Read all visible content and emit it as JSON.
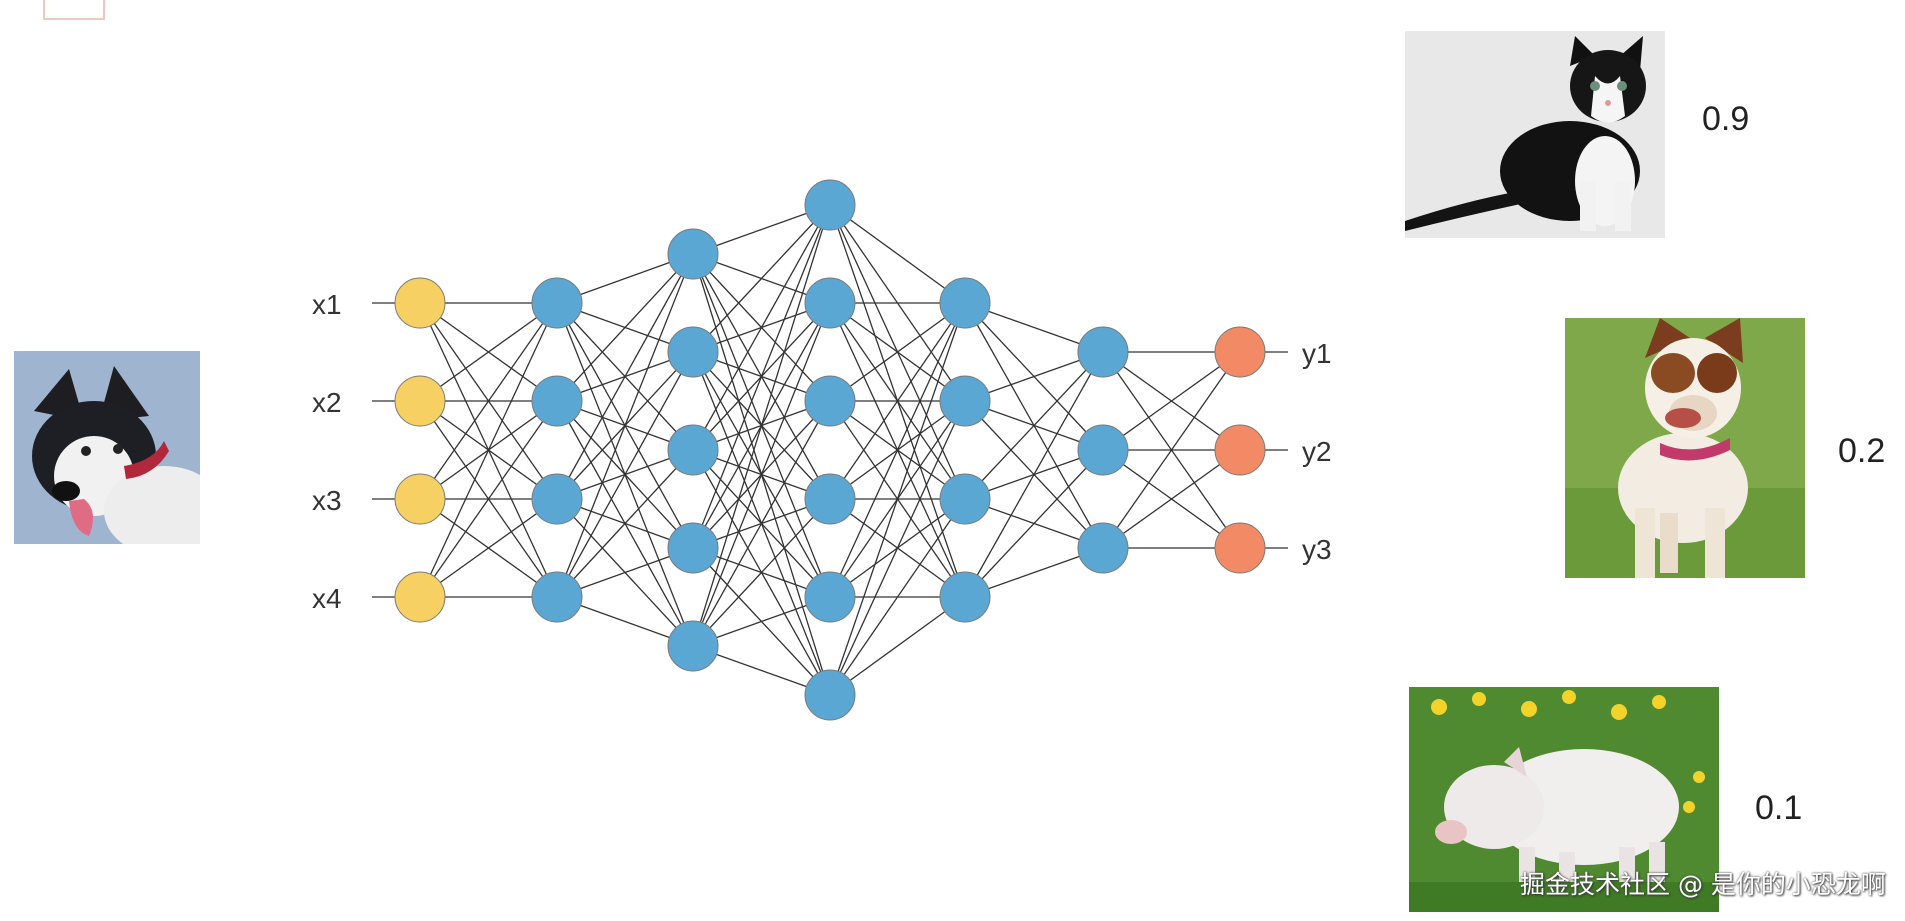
{
  "diagram": {
    "input_labels": [
      "x1",
      "x2",
      "x3",
      "x4"
    ],
    "output_labels": [
      "y1",
      "y2",
      "y3"
    ],
    "layers": [
      4,
      4,
      5,
      6,
      4,
      3,
      3
    ],
    "colors": {
      "input": "#f7d063",
      "hidden": "#5ba7d4",
      "output": "#f28a65",
      "edge": "#333333"
    }
  },
  "images": {
    "input": {
      "subject": "husky"
    },
    "outputs": [
      {
        "subject": "cat",
        "score": "0.9"
      },
      {
        "subject": "dog",
        "score": "0.2"
      },
      {
        "subject": "pig",
        "score": "0.1"
      }
    ]
  },
  "watermark": "掘金技术社区 @ 是你的小恐龙啊"
}
